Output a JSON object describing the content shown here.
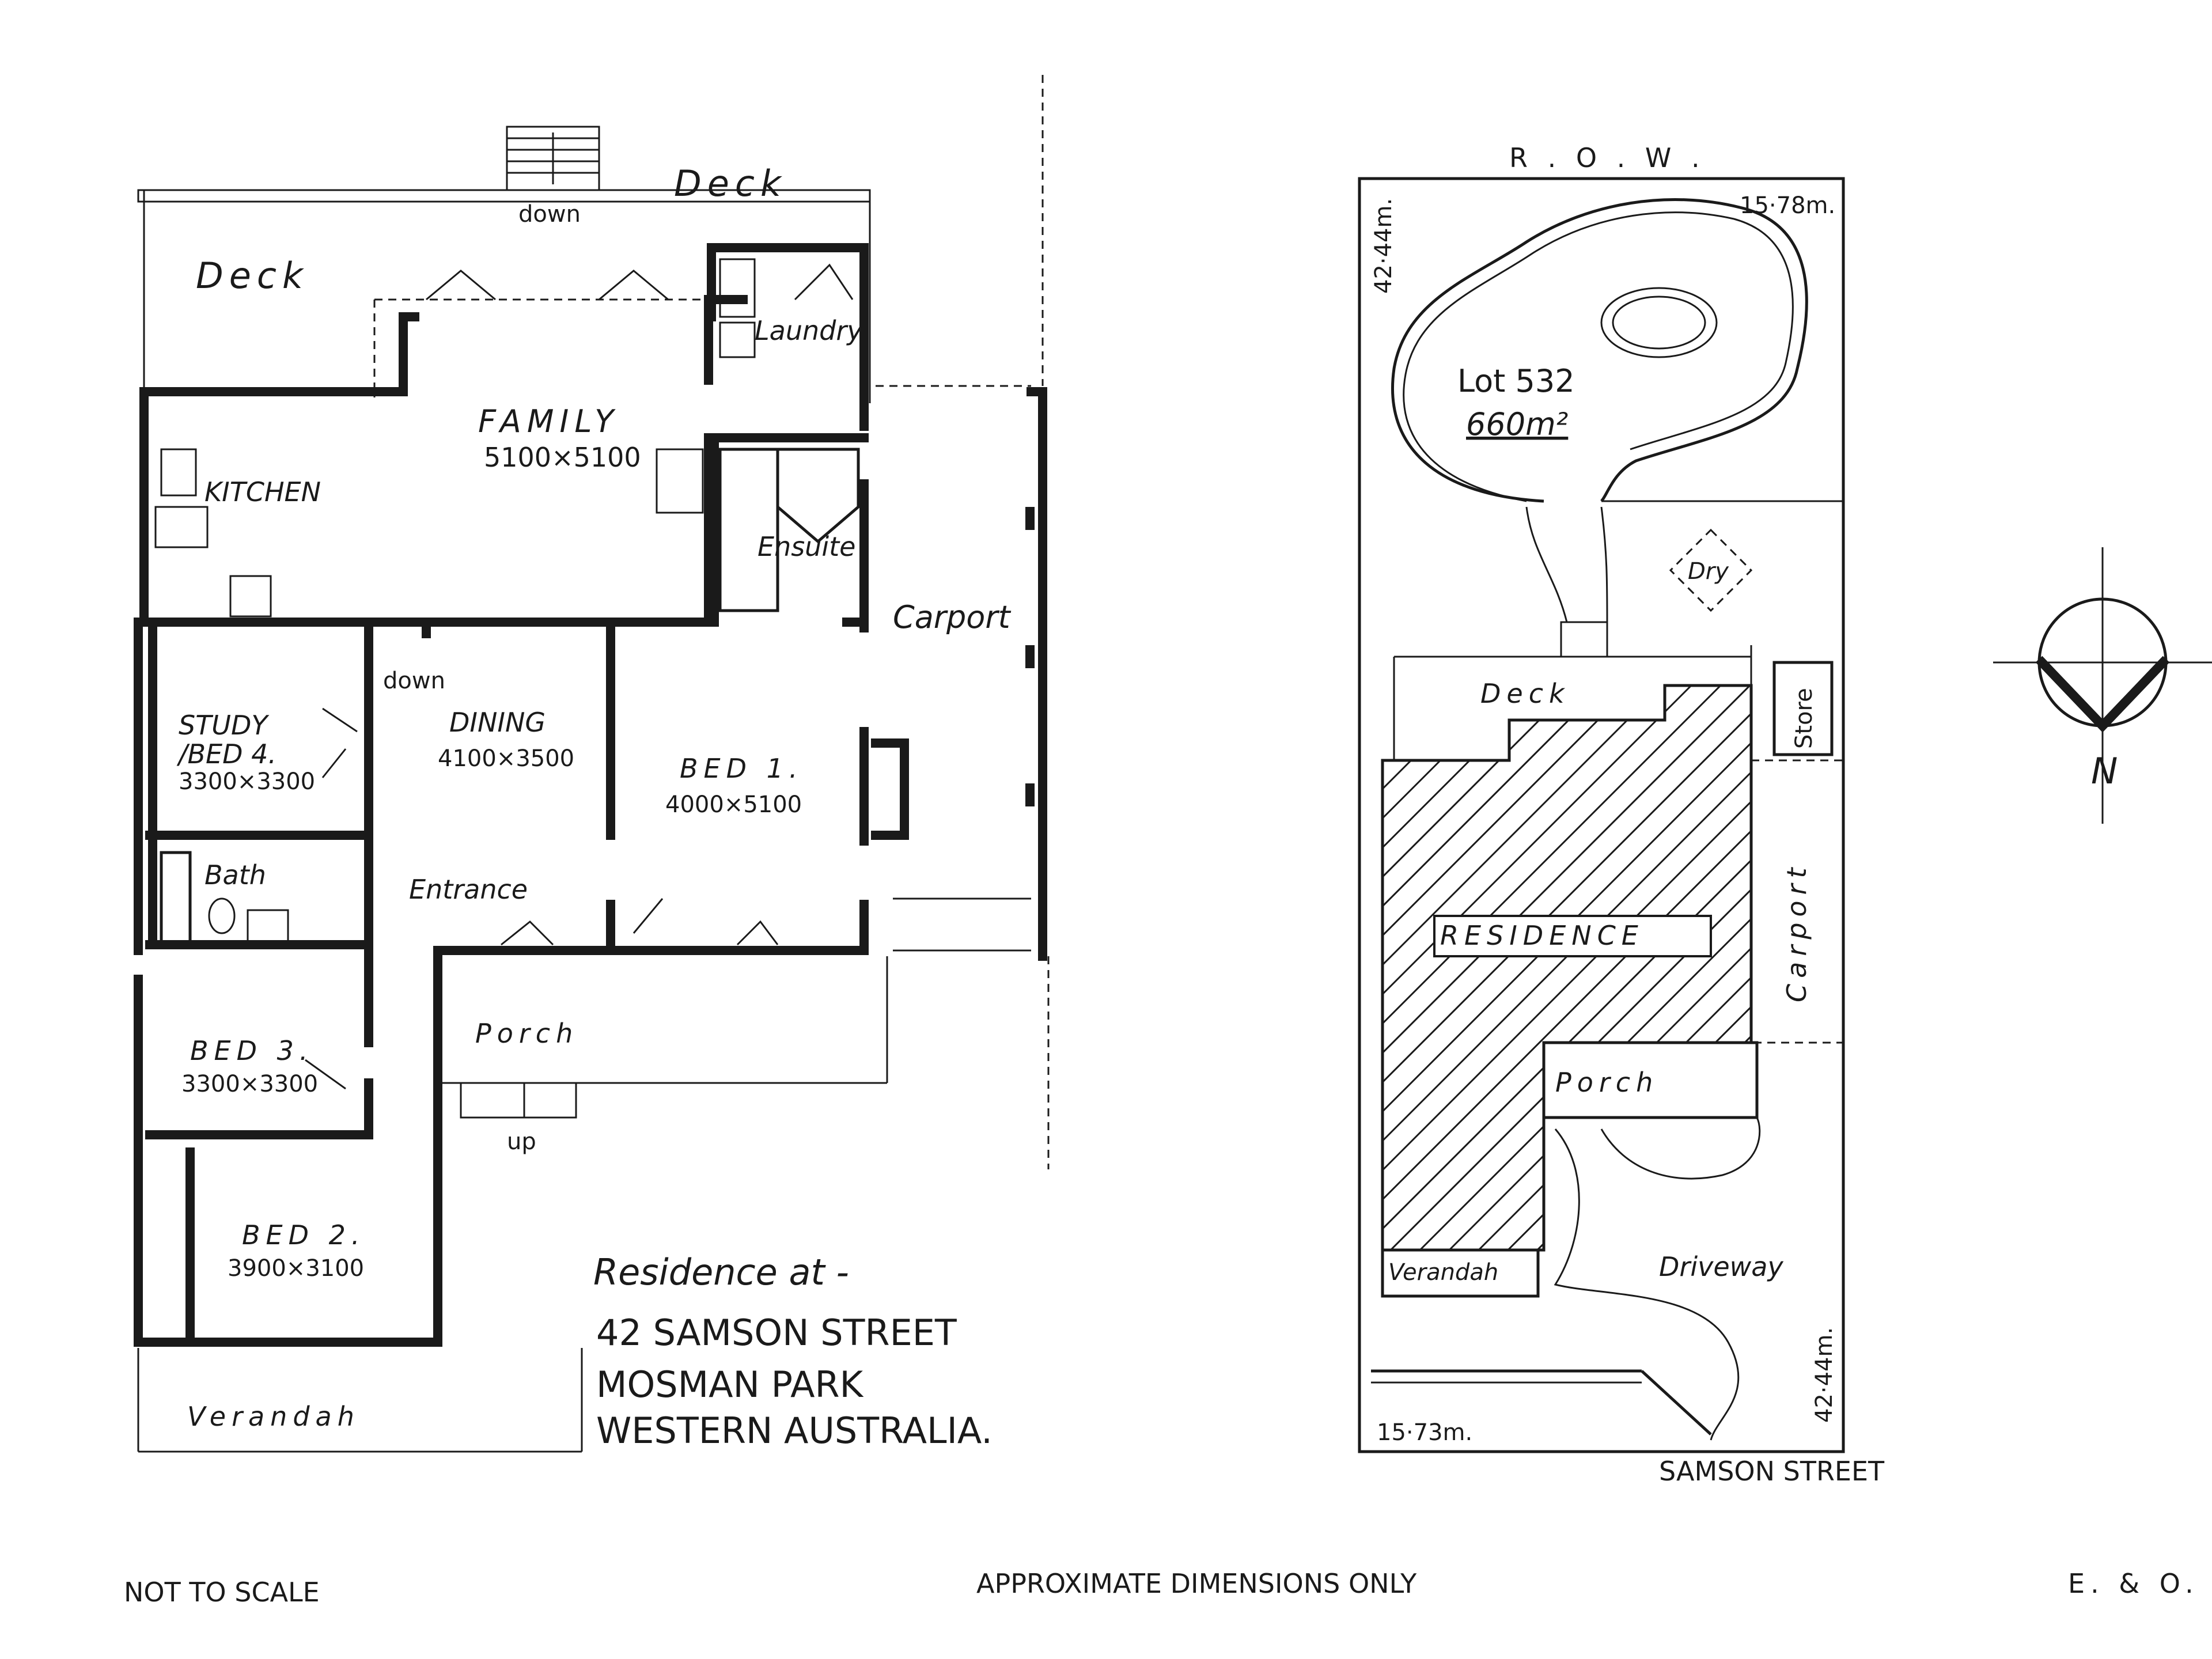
{
  "floor_plan": {
    "rooms": {
      "deck_top": "Deck",
      "deck_left": "Deck",
      "laundry": "Laundry",
      "family": "FAMILY",
      "family_dim": "5100×5100",
      "kitchen": "KITCHEN",
      "ensuite": "Ensuite",
      "carport": "Carport",
      "study_line1": "STUDY",
      "study_line2": "/BED 4.",
      "study_dim": "3300×3300",
      "dining": "DINING",
      "dining_dim": "4100×3500",
      "bed1": "BED 1.",
      "bed1_dim": "4000×5100",
      "bath": "Bath",
      "entrance": "Entrance",
      "bed3": "BED 3.",
      "bed3_dim": "3300×3300",
      "porch": "Porch",
      "bed2": "BED 2.",
      "bed2_dim": "3900×3100",
      "verandah": "Verandah"
    },
    "stair_labels": {
      "down_top": "down",
      "down_mid": "down",
      "up": "up"
    }
  },
  "address": {
    "heading": "Residence at -",
    "line1": "42 SAMSON STREET",
    "line2": "MOSMAN PARK",
    "line3": "WESTERN AUSTRALIA."
  },
  "site_plan": {
    "row": "R . O . W .",
    "width_top": "15·78m.",
    "depth_left": "42·44m.",
    "lot": "Lot 532",
    "area": "660m²",
    "dry": "Dry",
    "deck": "Deck",
    "store": "Store",
    "residence": "RESIDENCE",
    "carport": "Carport",
    "porch": "Porch",
    "verandah": "Verandah",
    "driveway": "Driveway",
    "depth_right": "42·44m.",
    "width_bottom": "15·73m.",
    "street": "SAMSON STREET"
  },
  "north": "N",
  "footer": {
    "left": "NOT TO SCALE",
    "center": "APPROXIMATE DIMENSIONS ONLY",
    "right": "E. & O. E"
  }
}
